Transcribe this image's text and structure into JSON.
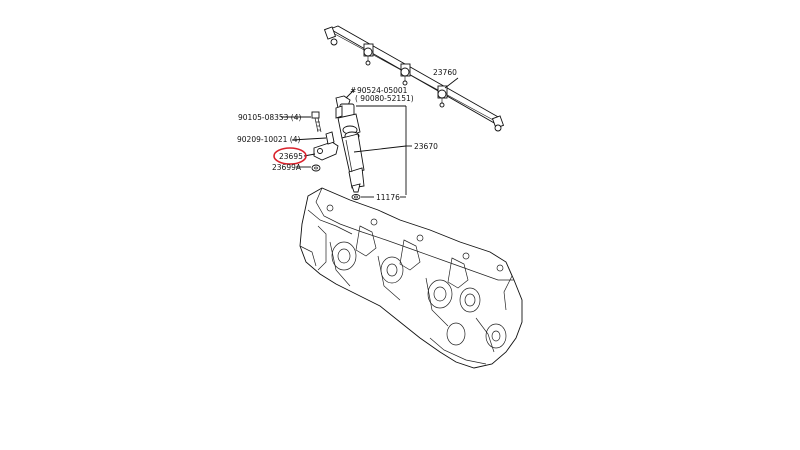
{
  "callouts": {
    "fuel_rail": "23760",
    "nozzle_holder_bolt": "90105-08353 (4)",
    "gasket_top": "90524-05001",
    "gasket_top_alt": "( 90080-52151)",
    "clamp_bolt": "90209-10021 (4)",
    "injector_assembly": "23670",
    "clamp_highlighted": "23695",
    "clamp_washer": "23699A",
    "seat_gasket": "11176",
    "hash_mark": "#"
  },
  "colors": {
    "highlight": "#d9202a",
    "line": "#111111",
    "background": "#ffffff"
  }
}
